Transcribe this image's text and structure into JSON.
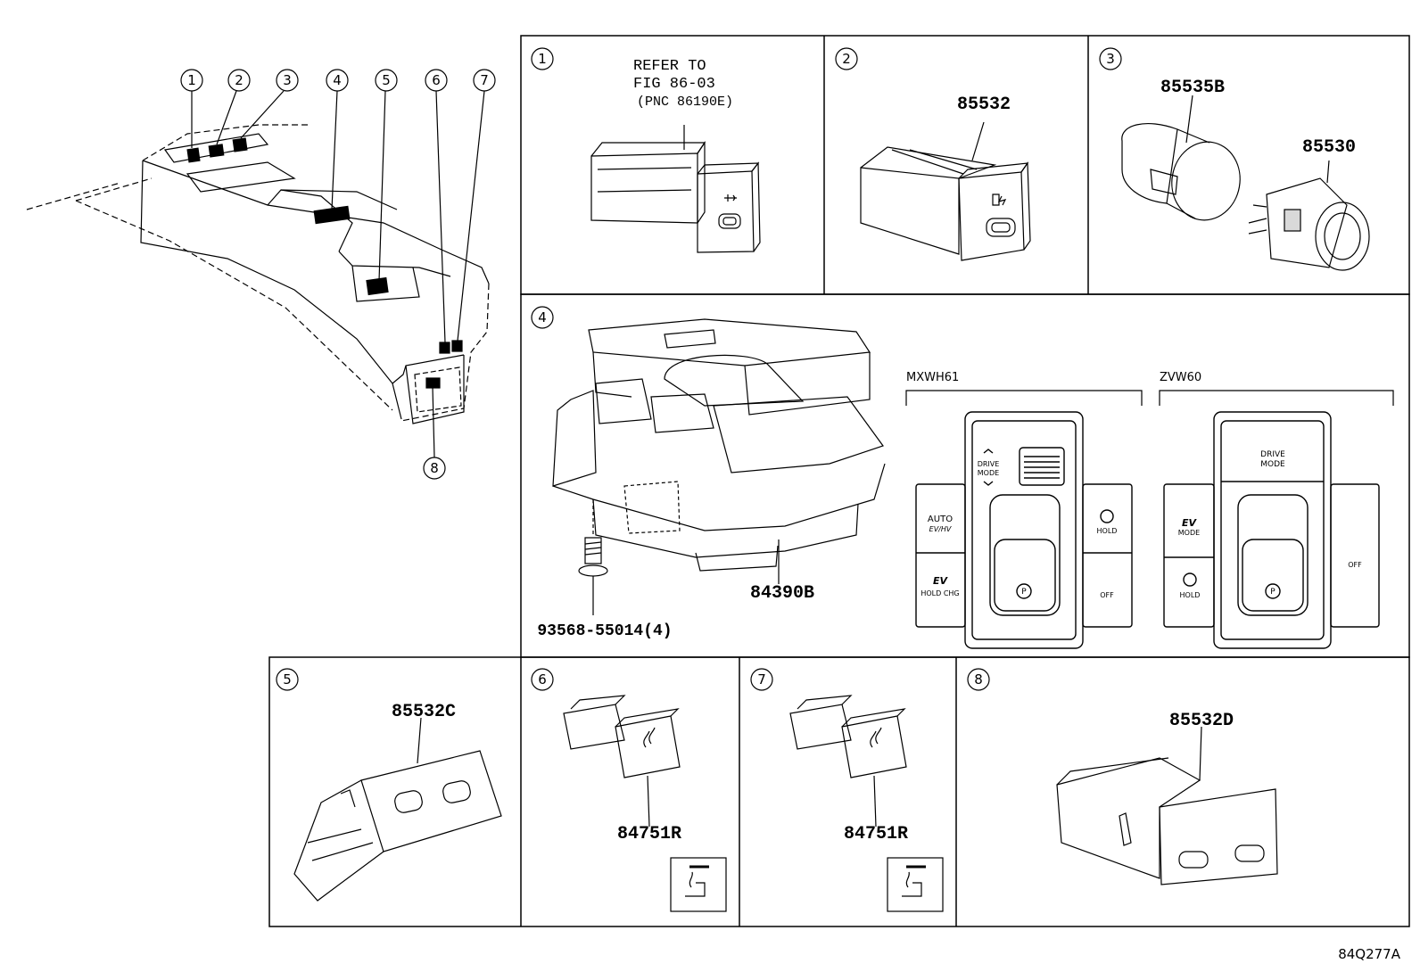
{
  "overview_callouts": [
    "1",
    "2",
    "3",
    "4",
    "5",
    "6",
    "7",
    "8"
  ],
  "panels": {
    "p1": {
      "number": "1",
      "refer_line1": "REFER TO",
      "refer_line2": "FIG 86-03",
      "refer_line3": "(PNC 86190E)"
    },
    "p2": {
      "number": "2",
      "part": "85532"
    },
    "p3": {
      "number": "3",
      "part_a": "85535B",
      "part_b": "85530"
    },
    "p4": {
      "number": "4",
      "part_main": "84390B",
      "part_screw": "93568-55014(4)",
      "variant_a": "MXWH61",
      "variant_b": "ZVW60",
      "btn_drive": "DRIVE",
      "btn_mode": "MODE",
      "btn_auto": "AUTO",
      "btn_evhv": "EV/HV",
      "btn_hold": "HOLD",
      "btn_off": "OFF",
      "btn_holdchg": "HOLD CHG",
      "btn_ev": "EV",
      "btn_p": "P"
    },
    "p5": {
      "number": "5",
      "part": "85532C"
    },
    "p6": {
      "number": "6",
      "part": "84751R"
    },
    "p7": {
      "number": "7",
      "part": "84751R"
    },
    "p8": {
      "number": "8",
      "part": "85532D"
    }
  },
  "figure_code": "84Q277A"
}
